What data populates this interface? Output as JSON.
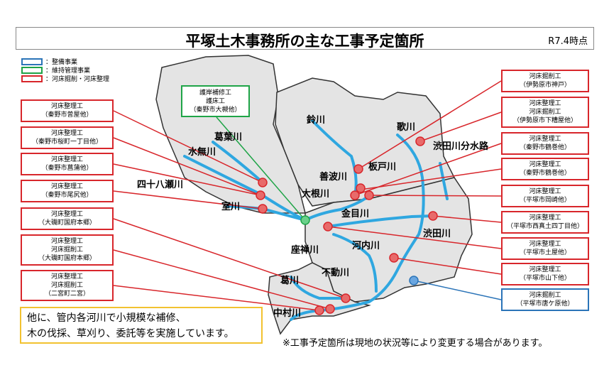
{
  "title": "平塚土木事務所の主な工事予定箇所",
  "date": "R7.4時点",
  "legend": [
    {
      "label": "：整備事業",
      "color": "#2b74b8"
    },
    {
      "label": "：維持管理事業",
      "color": "#1fa447"
    },
    {
      "label": "：河床掘削・河床整理",
      "color": "#d8262b"
    }
  ],
  "left_boxes": [
    {
      "lines": [
        "河床整理工",
        "（秦野市曽屋他）"
      ]
    },
    {
      "lines": [
        "河床整理工",
        "（秦野市桜町一丁目他）"
      ]
    },
    {
      "lines": [
        "河床整理工",
        "（秦野市菖蒲他）"
      ]
    },
    {
      "lines": [
        "河床整理工",
        "（秦野市尾尻他）"
      ]
    },
    {
      "lines": [
        "河床整理工",
        "（大磯町国府本郷）"
      ]
    },
    {
      "lines": [
        "河床整理工",
        "河床掘削工",
        "（大磯町国府本郷）"
      ]
    },
    {
      "lines": [
        "河床整理工",
        "河床掘削工",
        "（二宮町二宮）"
      ]
    }
  ],
  "green_box": {
    "lines": [
      "護岸補修工",
      "護床工",
      "（秦野市大槻他）"
    ]
  },
  "right_boxes": [
    {
      "lines": [
        "河床掘削工",
        "（伊勢原市神戸）"
      ],
      "type": "red"
    },
    {
      "lines": [
        "河床整理工",
        "河床掘削工",
        "（伊勢原市下糟屋他）"
      ],
      "type": "red"
    },
    {
      "lines": [
        "河床整理工",
        "（秦野市鶴巻他）"
      ],
      "type": "red"
    },
    {
      "lines": [
        "河床整理工",
        "（秦野市鶴巻他）"
      ],
      "type": "red"
    },
    {
      "lines": [
        "河床整理工",
        "（平塚市岡崎他）"
      ],
      "type": "red"
    },
    {
      "lines": [
        "河床整理工",
        "（平塚市西真土四丁目他）"
      ],
      "type": "red"
    },
    {
      "lines": [
        "河床整理工",
        "（平塚市土屋他）"
      ],
      "type": "red"
    },
    {
      "lines": [
        "河床整理工",
        "（平塚市山下他）"
      ],
      "type": "red"
    },
    {
      "lines": [
        "河床掘削工",
        "（平塚市唐ケ原他）"
      ],
      "type": "blue"
    }
  ],
  "rivers": [
    "葛葉川",
    "水無川",
    "四十八瀬川",
    "室川",
    "鈴川",
    "歌川",
    "渋田川分水路",
    "板戸川",
    "善波川",
    "大根川",
    "金目川",
    "渋田川",
    "座禅川",
    "河内川",
    "不動川",
    "葛川",
    "中村川"
  ],
  "other_text": [
    "他に、管内各河川で小規模な補修、",
    "木の伐採、草刈り、委託等を実施しています。"
  ],
  "note": "※工事予定箇所は現地の状況等により変更する場合があります。"
}
